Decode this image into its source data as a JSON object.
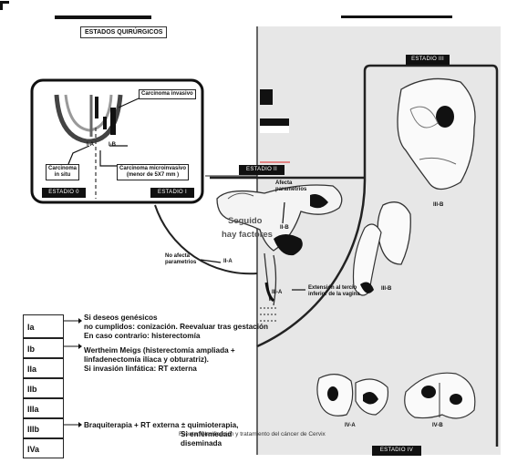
{
  "header": {
    "title": "ESTADOS QUIRÚRGICOS"
  },
  "stages": {
    "estadio_0": "ESTADIO 0",
    "estadio_1": "ESTADIO I",
    "estadio_2": "ESTADIO II",
    "estadio_3": "ESTADIO III",
    "estadio_4": "ESTADIO IV"
  },
  "inset_labels": {
    "carcinoma_invasivo": "Carcinoma invasivo",
    "carcinoma_in_situ_1": "Carcinoma",
    "carcinoma_in_situ_2": "in situ",
    "microinvasivo_1": "Carcinoma microinvasivo",
    "microinvasivo_2": "(menor de 5X7 mm )",
    "ia": "I-A",
    "ib": "I-B"
  },
  "diagram_labels": {
    "afecta_1": "Afecta",
    "afecta_2": "parametrios",
    "iib": "II-B",
    "no_afecta_1": "No afecta",
    "no_afecta_2": "parametrios",
    "iia": "II-A",
    "extension_1": "Extensión al tercio",
    "extension_2": "inferior de la vagina",
    "iiia": "III-A",
    "iiib_1": "III-B",
    "iiib_2": "III-B",
    "iva": "IV-A",
    "ivb": "IV-B"
  },
  "overlay": {
    "line1": "Seguido",
    "line2": "hay factores"
  },
  "stage_table": [
    "Ia",
    "Ib",
    "IIa",
    "IIb",
    "IIIa",
    "IIIb",
    "IVa"
  ],
  "treatments": {
    "t1_line1": "Si deseos genésicos",
    "t1_line2": "no cumplidos: conización. Reevaluar tras gestación",
    "t1_line3": "En caso contrario: histerectomía",
    "t2_line1": "Wertheim Meigs (histerectomía ampliada +",
    "t2_line2": "linfadenectomía ilíaca y obturatriz).",
    "t2_line3": "Si invasión linfática: RT externa",
    "t3_line1": "Braquiterapia + RT externa ± quimioterapia,",
    "t3_line2": "Si enfermedad",
    "t3_line3": "diseminada"
  },
  "caption": "Fuente: Clasificación y tratamiento del cáncer de Cervix"
}
